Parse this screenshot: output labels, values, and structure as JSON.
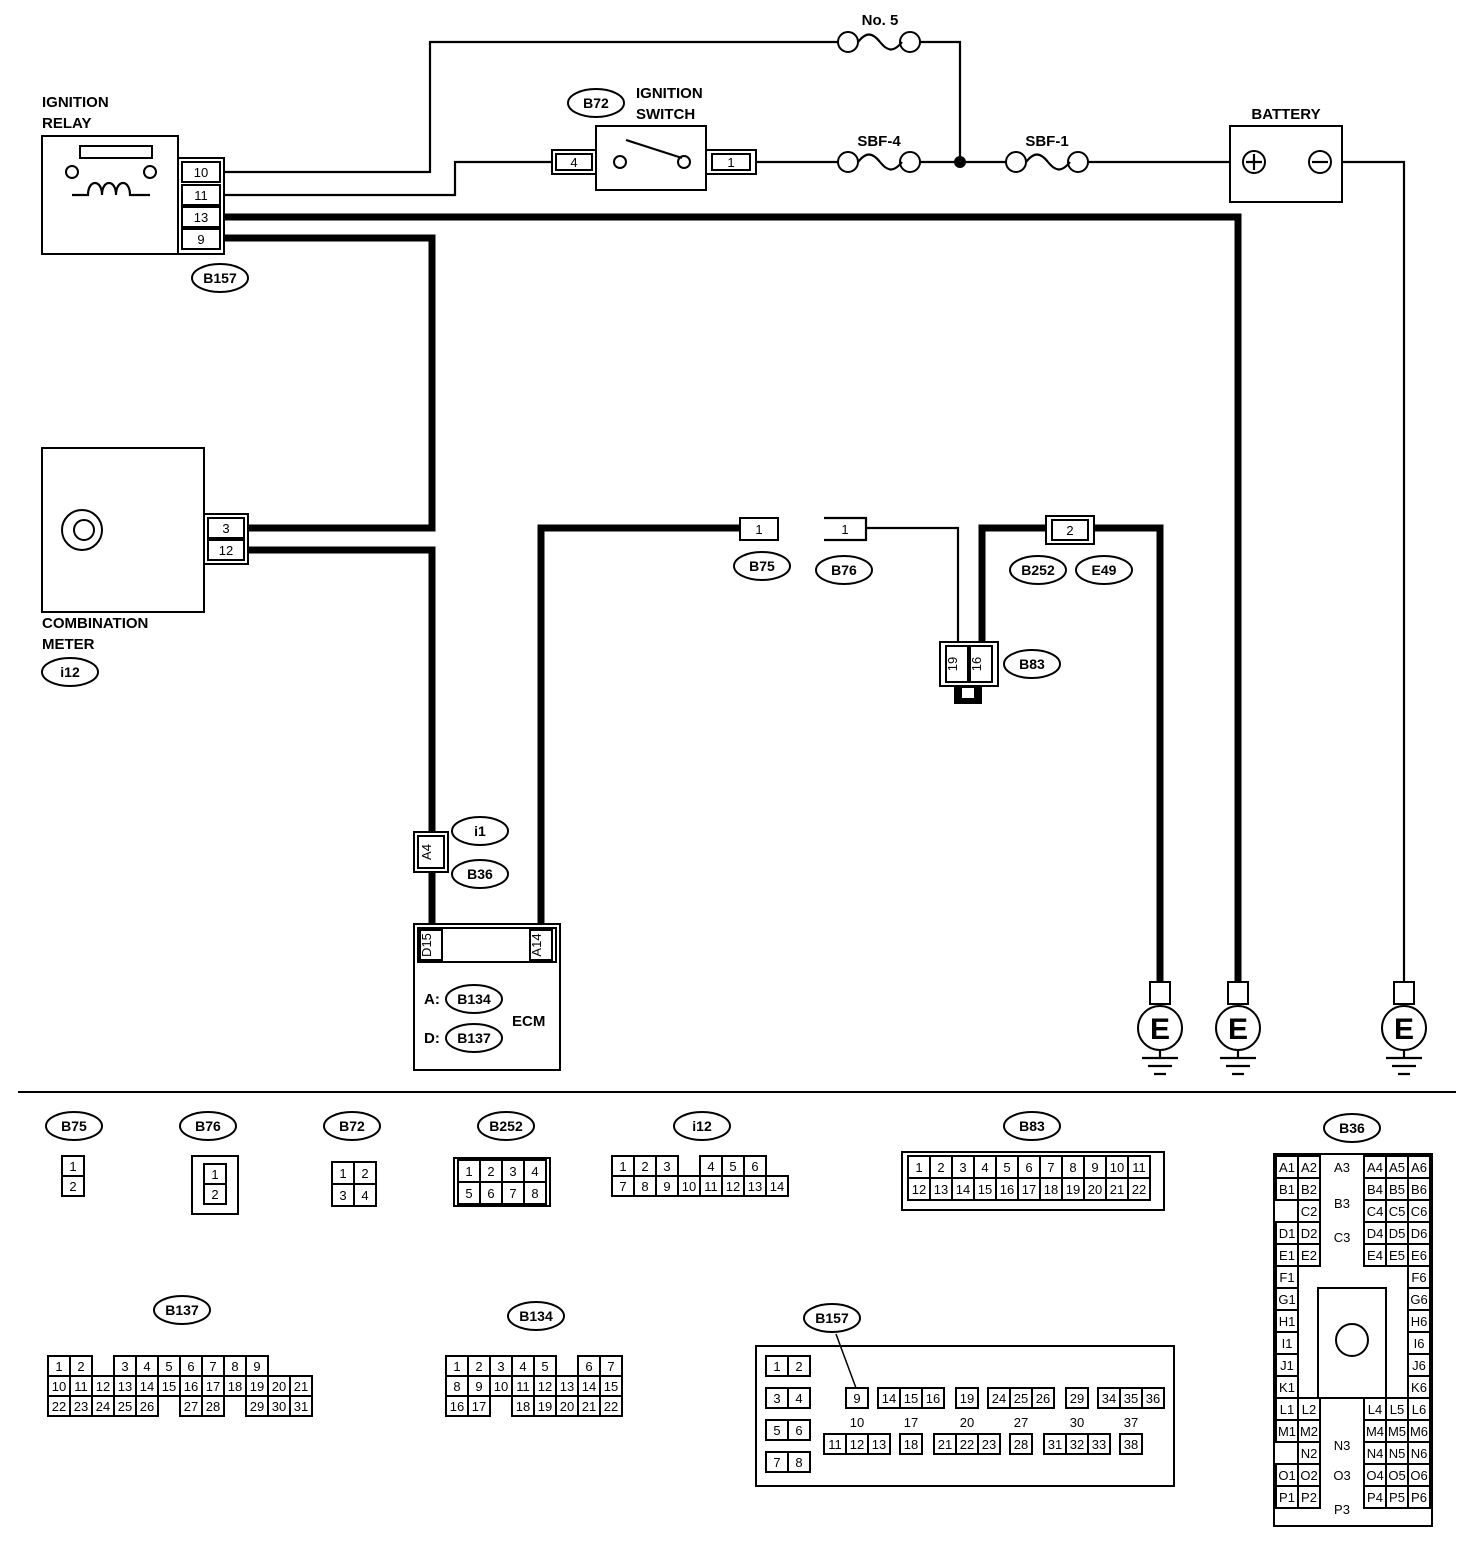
{
  "labels": {
    "ignition_relay_1": "IGNITION",
    "ignition_relay_2": "RELAY",
    "ignition_switch_1": "IGNITION",
    "ignition_switch_2": "SWITCH",
    "battery": "BATTERY",
    "combination_meter_1": "COMBINATION",
    "combination_meter_2": "METER",
    "ecm": "ECM",
    "fuse_no5": "No. 5",
    "sbf4": "SBF-4",
    "sbf1": "SBF-1",
    "ecm_a_prefix": "A:",
    "ecm_d_prefix": "D:",
    "ground": "E"
  },
  "connector_ids": {
    "b157": "B157",
    "b72": "B72",
    "i12": "i12",
    "b75": "B75",
    "b76": "B76",
    "b252": "B252",
    "e49": "E49",
    "b83": "B83",
    "i1": "i1",
    "b36": "B36",
    "b134": "B134",
    "b137": "B137"
  },
  "pins": {
    "relay_10": "10",
    "relay_11": "11",
    "relay_13": "13",
    "relay_9": "9",
    "sw_4": "4",
    "sw_1": "1",
    "meter_3": "3",
    "meter_12": "12",
    "b75_1": "1",
    "b76_1": "1",
    "b252_2": "2",
    "b83_19": "19",
    "b83_16": "16",
    "i1_a4": "A4",
    "ecm_d15": "D15",
    "ecm_a14": "A14"
  },
  "connector_views": {
    "b75": {
      "id": "B75",
      "rows": [
        [
          "1"
        ],
        [
          "2"
        ]
      ]
    },
    "b76": {
      "id": "B76",
      "rows": [
        [
          "1"
        ],
        [
          "2"
        ]
      ]
    },
    "b72": {
      "id": "B72",
      "rows": [
        [
          "1",
          "2"
        ],
        [
          "3",
          "4"
        ]
      ]
    },
    "b252": {
      "id": "B252",
      "rows": [
        [
          "1",
          "2",
          "3",
          "4"
        ],
        [
          "5",
          "6",
          "7",
          "8"
        ]
      ]
    },
    "i12": {
      "id": "i12",
      "rows": [
        [
          "1",
          "2",
          "3",
          "",
          "4",
          "5",
          "6"
        ],
        [
          "7",
          "8",
          "9",
          "10",
          "11",
          "12",
          "13",
          "14"
        ]
      ]
    },
    "b83": {
      "id": "B83",
      "rows": [
        [
          "1",
          "2",
          "3",
          "4",
          "5",
          "6",
          "7",
          "8",
          "9",
          "10",
          "11"
        ],
        [
          "12",
          "13",
          "14",
          "15",
          "16",
          "17",
          "18",
          "19",
          "20",
          "21",
          "22"
        ]
      ]
    },
    "b137": {
      "id": "B137",
      "rows": [
        [
          "1",
          "2",
          "",
          "3",
          "4",
          "5",
          "6",
          "7",
          "8",
          "9"
        ],
        [
          "10",
          "11",
          "12",
          "13",
          "14",
          "15",
          "16",
          "17",
          "18",
          "19",
          "20",
          "21"
        ],
        [
          "22",
          "23",
          "24",
          "25",
          "26",
          "",
          "27",
          "28",
          "",
          "29",
          "30",
          "31"
        ]
      ]
    },
    "b134": {
      "id": "B134",
      "rows": [
        [
          "1",
          "2",
          "3",
          "4",
          "5",
          "",
          "6",
          "7"
        ],
        [
          "8",
          "9",
          "10",
          "11",
          "12",
          "13",
          "14",
          "15"
        ],
        [
          "16",
          "17",
          "",
          "18",
          "19",
          "20",
          "21",
          "22"
        ]
      ]
    },
    "b157": {
      "id": "B157",
      "left_pairs": [
        [
          "1",
          "2"
        ],
        [
          "3",
          "4"
        ],
        [
          "5",
          "6"
        ],
        [
          "7",
          "8"
        ]
      ],
      "row1": [
        "9",
        "14",
        "15",
        "16",
        "19",
        "24",
        "25",
        "26",
        "29",
        "34",
        "35",
        "36"
      ],
      "row2": [
        "10",
        "17",
        "20",
        "27",
        "30",
        "37"
      ],
      "row3": [
        "11",
        "12",
        "13",
        "18",
        "21",
        "22",
        "23",
        "28",
        "31",
        "32",
        "33",
        "38"
      ]
    },
    "b36": {
      "id": "B36",
      "left": [
        [
          "A1",
          "A2"
        ],
        [
          "B1",
          "B2"
        ],
        [
          "",
          "C2"
        ],
        [
          "D1",
          "D2"
        ],
        [
          "E1",
          "E2"
        ],
        [
          "F1",
          ""
        ],
        [
          "G1",
          ""
        ],
        [
          "H1",
          ""
        ],
        [
          "I1",
          ""
        ],
        [
          "J1",
          ""
        ],
        [
          "K1",
          ""
        ],
        [
          "L1",
          "L2"
        ],
        [
          "M1",
          "M2"
        ],
        [
          "",
          "N2"
        ],
        [
          "O1",
          "O2"
        ],
        [
          "P1",
          "P2"
        ]
      ],
      "right": [
        [
          "A4",
          "A5",
          "A6"
        ],
        [
          "B4",
          "B5",
          "B6"
        ],
        [
          "C4",
          "C5",
          "C6"
        ],
        [
          "D4",
          "D5",
          "D6"
        ],
        [
          "E4",
          "E5",
          "E6"
        ],
        [
          "",
          "",
          "F6"
        ],
        [
          "",
          "",
          "G6"
        ],
        [
          "",
          "",
          "H6"
        ],
        [
          "",
          "",
          "I6"
        ],
        [
          "",
          "",
          "J6"
        ],
        [
          "",
          "",
          "K6"
        ],
        [
          "L4",
          "L5",
          "L6"
        ],
        [
          "M4",
          "M5",
          "M6"
        ],
        [
          "N4",
          "N5",
          "N6"
        ],
        [
          "O4",
          "O5",
          "O6"
        ],
        [
          "P4",
          "P5",
          "P6"
        ]
      ],
      "center": [
        "A3",
        "B3",
        "C3",
        "N3",
        "O3",
        "P3"
      ]
    }
  }
}
